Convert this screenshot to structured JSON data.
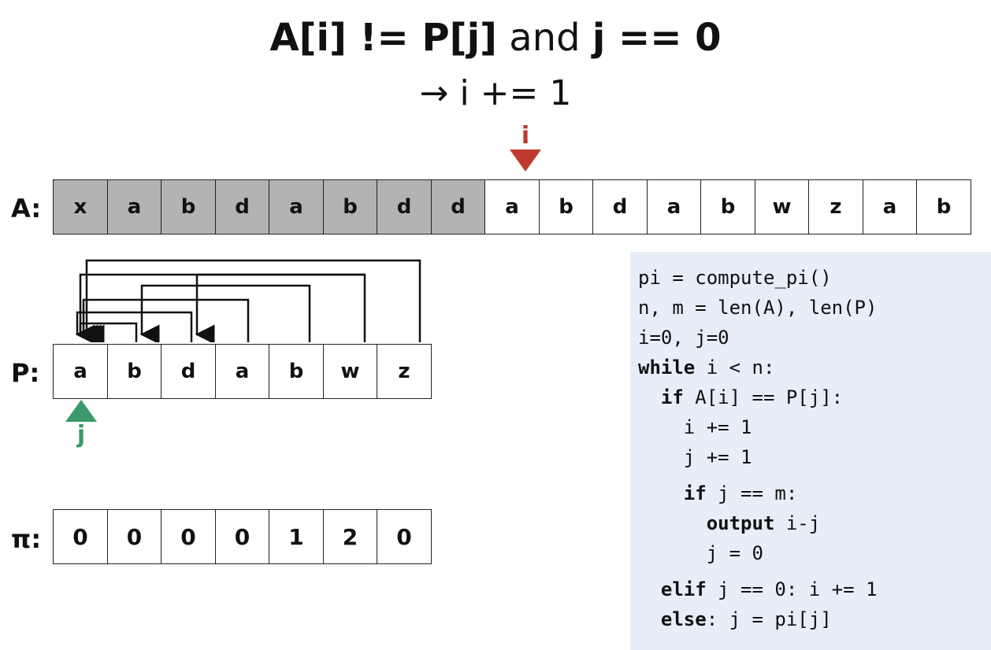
{
  "title": {
    "line1_part1": "A[i] != P[j]",
    "line1_and": "and",
    "line1_part2": "j == 0",
    "line2": "→ i += 1"
  },
  "labels": {
    "A": "A:",
    "P": "P:",
    "pi": "π:"
  },
  "pointers": {
    "i": "i",
    "j": "j"
  },
  "A_cells": [
    {
      "ch": "x",
      "visited": true
    },
    {
      "ch": "a",
      "visited": true
    },
    {
      "ch": "b",
      "visited": true
    },
    {
      "ch": "d",
      "visited": true
    },
    {
      "ch": "a",
      "visited": true
    },
    {
      "ch": "b",
      "visited": true
    },
    {
      "ch": "d",
      "visited": true
    },
    {
      "ch": "d",
      "visited": true
    },
    {
      "ch": "a",
      "visited": false
    },
    {
      "ch": "b",
      "visited": false
    },
    {
      "ch": "d",
      "visited": false
    },
    {
      "ch": "a",
      "visited": false
    },
    {
      "ch": "b",
      "visited": false
    },
    {
      "ch": "w",
      "visited": false
    },
    {
      "ch": "z",
      "visited": false
    },
    {
      "ch": "a",
      "visited": false
    },
    {
      "ch": "b",
      "visited": false
    }
  ],
  "P_cells": [
    "a",
    "b",
    "d",
    "a",
    "b",
    "w",
    "z"
  ],
  "pi_cells": [
    "0",
    "0",
    "0",
    "0",
    "1",
    "2",
    "0"
  ],
  "colors": {
    "i_pointer": "#c0392b",
    "j_pointer": "#3a9a6a",
    "visited": "#b3b3b3",
    "code_bg": "#e8eef8"
  },
  "code": [
    {
      "parts": [
        {
          "t": "pi = compute_pi()"
        }
      ]
    },
    {
      "parts": [
        {
          "t": "n, m = len(A), len(P)"
        }
      ]
    },
    {
      "parts": [
        {
          "t": "i=0, j=0"
        }
      ]
    },
    {
      "parts": [
        {
          "t": "while",
          "kw": true
        },
        {
          "t": " i < n:"
        }
      ]
    },
    {
      "parts": [
        {
          "t": "  "
        },
        {
          "t": "if",
          "kw": true
        },
        {
          "t": " A[i] == P[j]:"
        }
      ]
    },
    {
      "parts": [
        {
          "t": "    i += 1"
        }
      ]
    },
    {
      "parts": [
        {
          "t": "    j += 1"
        }
      ],
      "gap_after": true
    },
    {
      "parts": [
        {
          "t": "    "
        },
        {
          "t": "if",
          "kw": true
        },
        {
          "t": " j == m:"
        }
      ]
    },
    {
      "parts": [
        {
          "t": "      "
        },
        {
          "t": "output",
          "kw": true
        },
        {
          "t": " i-j"
        }
      ]
    },
    {
      "parts": [
        {
          "t": "      j = 0"
        }
      ],
      "gap_after": true
    },
    {
      "parts": [
        {
          "t": "  "
        },
        {
          "t": "elif",
          "kw": true
        },
        {
          "t": " j == 0: i += 1"
        }
      ]
    },
    {
      "parts": [
        {
          "t": "  "
        },
        {
          "t": "else",
          "kw": true
        },
        {
          "t": ": j = pi[j]"
        }
      ]
    }
  ]
}
